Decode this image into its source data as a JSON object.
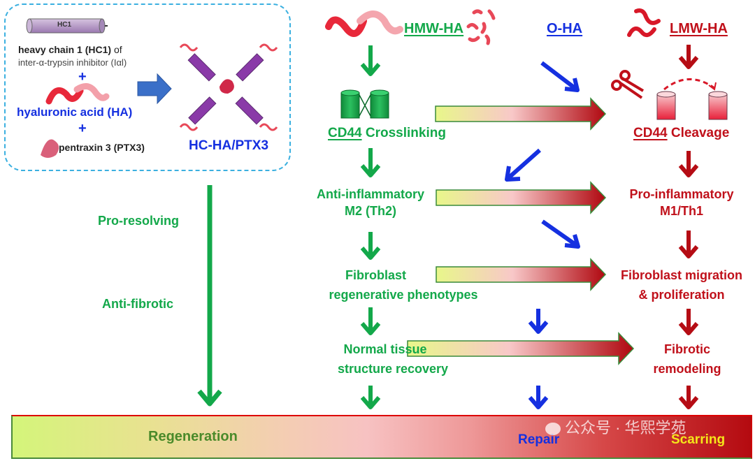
{
  "legend": {
    "hc1_label": "HC1",
    "hc1_title": "heavy chain 1 (HC1)",
    "hc1_of": " of",
    "hc1_sub": "inter-α-trypsin inhibitor (Iαl)",
    "plus1": "+",
    "ha_label": "hyaluronic acid (HA)",
    "plus2": "+",
    "ptx3_label": "pentraxin 3 (PTX3)",
    "complex_label": "HC-HA/PTX3"
  },
  "left_path": {
    "pro_resolving": "Pro-resolving",
    "anti_fibrotic": "Anti-fibrotic"
  },
  "columns": {
    "hmw": {
      "title": "HMW-HA",
      "step1_underlined": "CD44",
      "step1_rest": " Crosslinking",
      "step2_line1": "Anti-inflammatory",
      "step2_line2": "M2 (Th2)",
      "step3_line1": "Fibroblast",
      "step3_line2": "regenerative phenotypes",
      "step4_line1": "Normal tissue",
      "step4_line2": "structure recovery"
    },
    "oha": {
      "title": "O-HA"
    },
    "lmw": {
      "title": "LMW-HA",
      "step1_underlined": "CD44",
      "step1_rest": " Cleavage",
      "step2_line1": "Pro-inflammatory",
      "step2_line2": "M1/Th1",
      "step3_line1": "Fibroblast migration",
      "step3_line2": "& proliferation",
      "step4_line1": "Fibrotic",
      "step4_line2": "remodeling"
    }
  },
  "outcome_bar": {
    "regeneration": "Regeneration",
    "repair": "Repair",
    "scarring": "Scarring"
  },
  "watermark": "公众号 · 华熙学苑",
  "colors": {
    "green": "#13a84a",
    "red": "#c0101a",
    "blue": "#1530e0",
    "dashed_border": "#3bb0e0",
    "complex_arrow": "#3a6fc8",
    "scarring_text": "#f5e61a"
  }
}
